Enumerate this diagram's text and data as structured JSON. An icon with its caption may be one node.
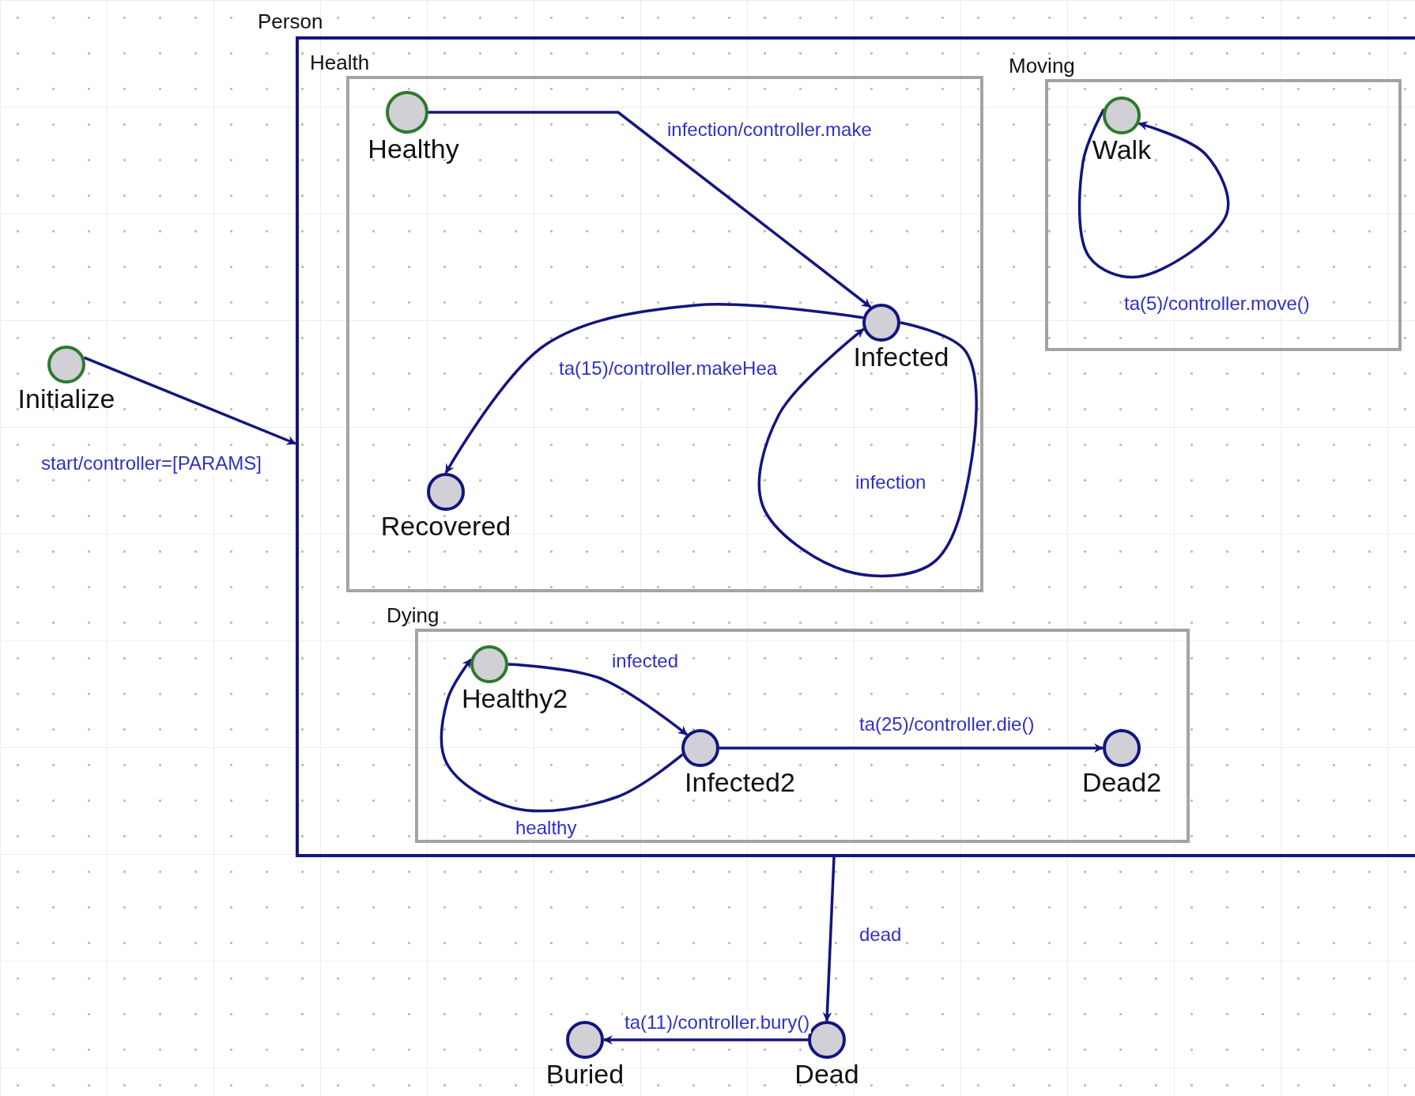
{
  "diagram": {
    "nodes": [
      {
        "text": [
          "Person"
        ]
      },
      {
        "text": [
          "Health"
        ],
        "in": 0
      },
      {
        "text": [
          "Healthy"
        ],
        "in": 1
      },
      {
        "text": [
          "Infected"
        ],
        "in": 1
      },
      {
        "text": [
          "Recovered"
        ],
        "in": 1
      },
      {
        "text": [
          "Moving"
        ],
        "in": 0
      },
      {
        "text": [
          "Walk"
        ],
        "in": 5
      },
      {
        "text": [
          "Dying"
        ],
        "in": 0
      },
      {
        "text": [
          "Healthy2"
        ],
        "in": 7
      },
      {
        "text": [
          "Infected2"
        ],
        "in": 7
      },
      {
        "text": [
          "Dead2"
        ],
        "in": 7
      },
      {
        "text": [
          "Initialize"
        ]
      },
      {
        "text": [
          "Dead"
        ]
      },
      {
        "text": [
          "Buried"
        ]
      }
    ],
    "edges": [
      {
        "from": 11,
        "to": 0,
        "arrow": "to",
        "label": "start/controller=[PARAMS]"
      },
      {
        "from": 2,
        "to": 3,
        "arrow": "to",
        "label": "infection/controller.make"
      },
      {
        "from": 3,
        "to": 4,
        "arrow": "to",
        "label": "ta(15)/controller.makeHea"
      },
      {
        "from": 3,
        "to": 3,
        "arrow": "to",
        "label": "infection"
      },
      {
        "from": 6,
        "to": 6,
        "arrow": "to",
        "label": "ta(5)/controller.move()"
      },
      {
        "from": 8,
        "to": 9,
        "arrow": "to",
        "label": "infected"
      },
      {
        "from": 9,
        "to": 8,
        "arrow": "to",
        "label": "healthy"
      },
      {
        "from": 9,
        "to": 10,
        "arrow": "to",
        "label": "ta(25)/controller.die()"
      },
      {
        "from": 0,
        "to": 12,
        "arrow": "to",
        "label": "dead"
      },
      {
        "from": 12,
        "to": 13,
        "arrow": "to",
        "label": "ta(11)/controller.bury()"
      }
    ]
  }
}
